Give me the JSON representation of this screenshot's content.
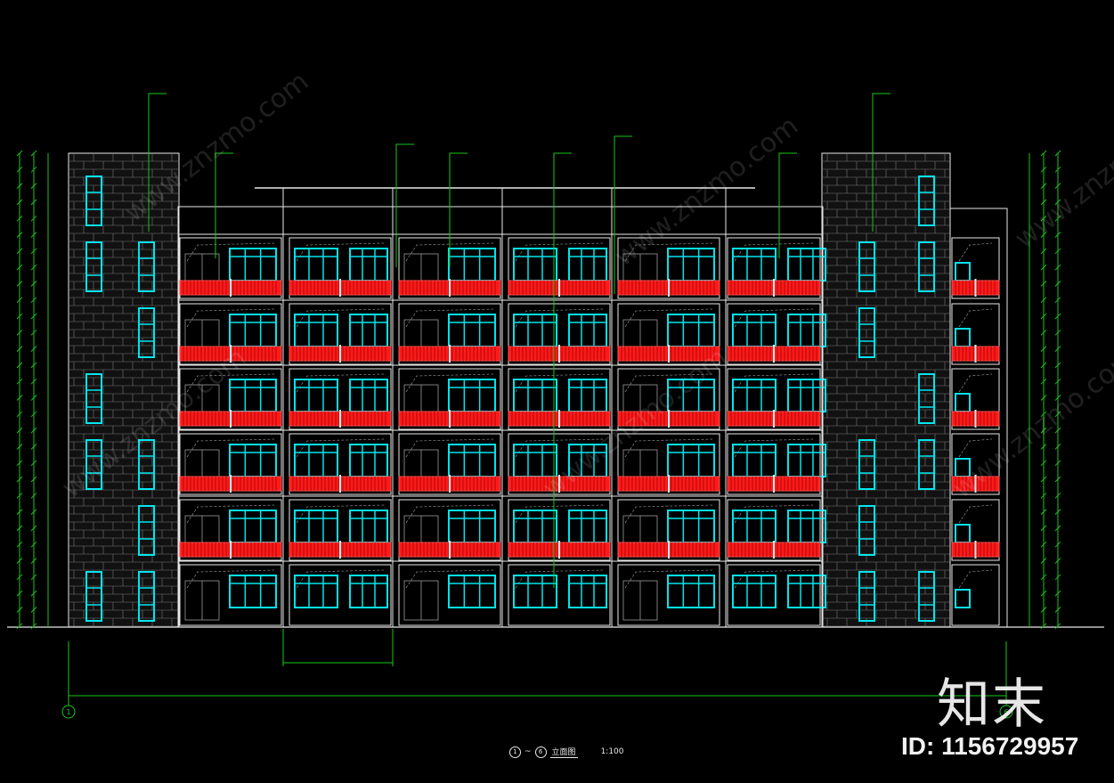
{
  "drawing": {
    "title": "立面图",
    "axis_start": "1",
    "axis_end": "6",
    "scale": "1:100",
    "colors": {
      "background": "#000000",
      "outline": "#e8e8e8",
      "window": "#00e5ee",
      "railing": "#ff1a1a",
      "dimension": "#19c819",
      "stone": "#7a7a7a"
    },
    "floors": 6
  },
  "watermark": {
    "brand": "知末",
    "id": "ID: 1156729957",
    "site": "www.znzmo.com"
  }
}
